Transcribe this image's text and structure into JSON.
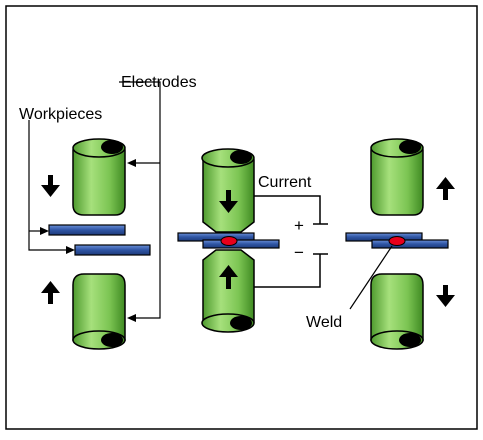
{
  "labels": {
    "electrodes": "Electrodes",
    "workpieces": "Workpieces",
    "current": "Current",
    "plus": "+",
    "minus": "−",
    "weld": "Weld"
  },
  "colors": {
    "electrode_fill": "#8fd36b",
    "electrode_tip_fill": "#5ea63b",
    "workpiece_fill": "#2f55a4",
    "weld_fill": "#e8001b",
    "outline": "#000000",
    "border": "#000000"
  },
  "icons": [
    "arrow-down-icon",
    "arrow-up-icon"
  ]
}
